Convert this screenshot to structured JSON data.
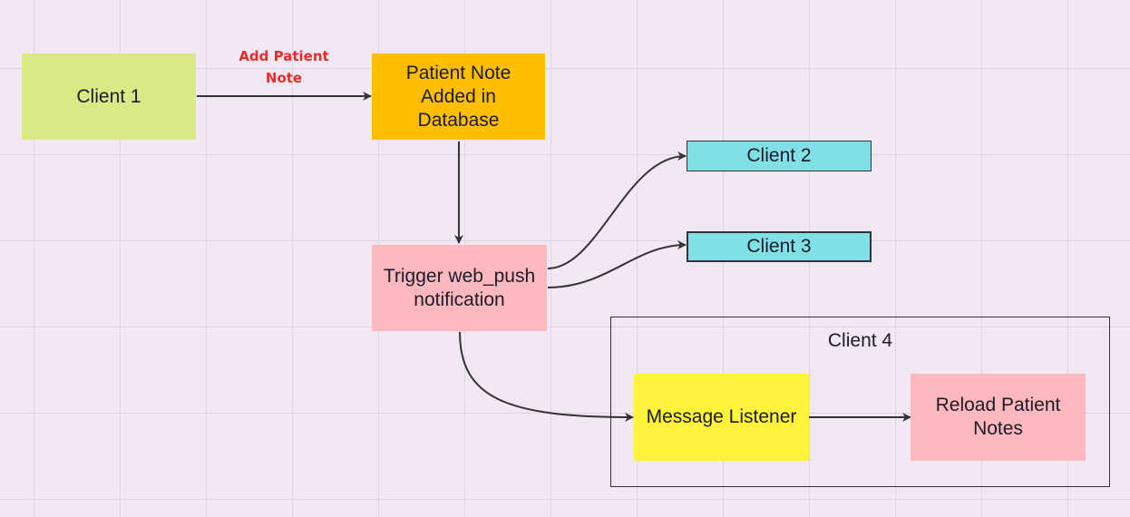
{
  "nodes": {
    "client1": {
      "label": "Client 1",
      "color": "#dbe886"
    },
    "patient_note": {
      "label": "Patient Note Added in Database",
      "color": "#ffbf00"
    },
    "trigger": {
      "label": "Trigger web_push notification",
      "color": "#ffb8be"
    },
    "client2": {
      "label": "Client 2",
      "color": "#80e0e6"
    },
    "client3": {
      "label": "Client 3",
      "color": "#80e0e6"
    },
    "listener": {
      "label": "Message Listener",
      "color": "#fff23d"
    },
    "reload": {
      "label": "Reload Patient Notes",
      "color": "#ffb8be"
    }
  },
  "containers": {
    "client4": {
      "label": "Client 4"
    }
  },
  "edges": {
    "add_note": {
      "label": "Add Patient Note",
      "color": "#ee2a2a"
    }
  },
  "colors": {
    "background": "#f1e8f3",
    "arrow": "#333333"
  }
}
